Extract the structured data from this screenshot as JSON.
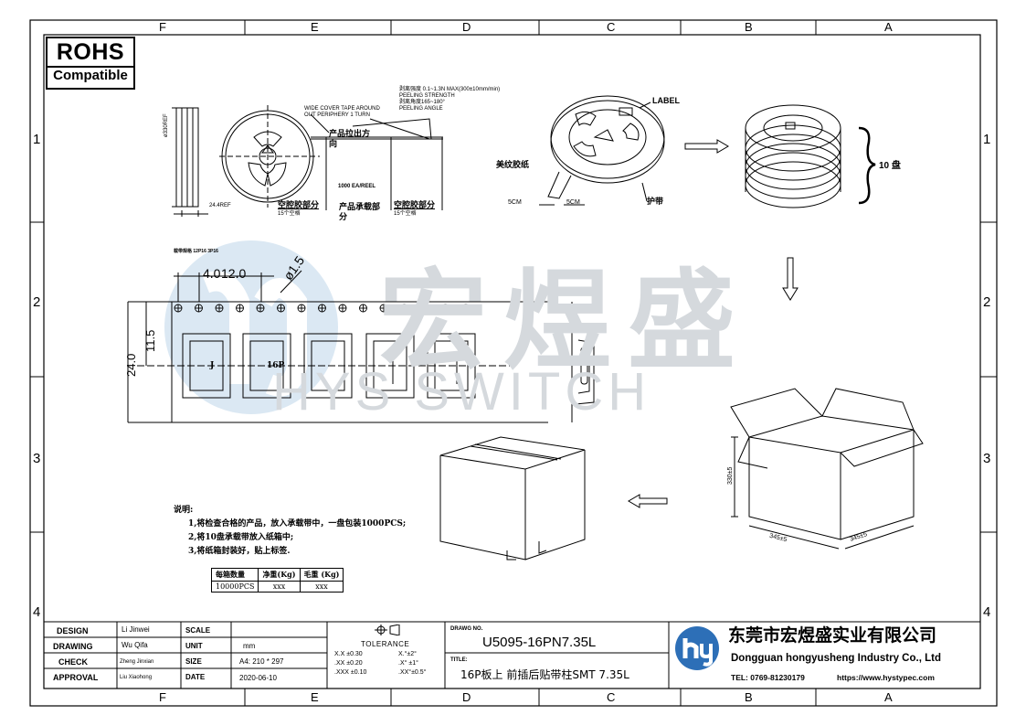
{
  "zones": {
    "columns": [
      "F",
      "E",
      "D",
      "C",
      "B",
      "A"
    ],
    "rows": [
      "1",
      "2",
      "3",
      "4"
    ]
  },
  "rohs": {
    "line1": "ROHS",
    "line2": "Compatible"
  },
  "reel": {
    "dia_label": "ø330REF",
    "width_label": "24.4REF",
    "cover_tape_note_1": "WIDE COVER TAPE AROUND",
    "cover_tape_note_2": "OUT PERIPHERY 1 TURN",
    "peel_line1": "剥离强度 0.1~1.3N MAX(300±10mm/min)",
    "peel_line2": "PEELING STRENGTH",
    "peel_line3": "剥离角度165~180°",
    "peel_line4": "PEELING ANGLE",
    "pull_dir": "产品拉出方向",
    "qty": "1000 EA/REEL",
    "empty_left": "空腔胶部分",
    "empty_left_sub": "15个空格",
    "product_part": "产品承载部分",
    "empty_right": "空腔胶部分",
    "empty_right_sub": "15个空格"
  },
  "reel3d": {
    "label": "LABEL",
    "tape": "美纹胶纸",
    "dim1": "5CM",
    "dim2": "5CM",
    "guard": "护带",
    "stack_count": "10 盘"
  },
  "tape": {
    "spec": "载带规格 12P16 3P16",
    "pitch_hole": "4.0",
    "pitch": "12.0",
    "hole_dia": "ø1.5",
    "height_half": "11.5",
    "width": "24.0",
    "mark_j": "J",
    "mark_16p": "16P"
  },
  "box": {
    "height": "330±5",
    "length": "345±5",
    "width": "345±5"
  },
  "notes": {
    "title": "说明:",
    "items": [
      "1,将检查合格的产品，放入承载带中，一盘包装1000PCS;",
      "2,将10盘承载带放入纸箱中;",
      "3,将纸箱封装好，贴上标签."
    ]
  },
  "pack_table": {
    "headers": [
      "每箱数量",
      "净重(Kg)",
      "毛重 (Kg)"
    ],
    "row": [
      "10000PCS",
      "xxx",
      "xxx"
    ]
  },
  "watermark": {
    "cn": "宏煜盛",
    "en": "HYS SWITCH"
  },
  "title_block": {
    "design_label": "DESIGN",
    "design_name": "Li Jinwei",
    "drawing_label": "DRAWING",
    "drawing_name": "Wu Qifa",
    "check_label": "CHECK",
    "check_name": "Zheng Jinxian",
    "approval_label": "APPROVAL",
    "approval_name": "Liu Xiaohong",
    "scale_label": "SCALE",
    "unit_label": "UNIT",
    "unit_value": "mm",
    "size_label": "SIZE",
    "size_value": "A4: 210 * 297",
    "date_label": "DATE",
    "date_value": "2020-06-10",
    "tolerance_label": "TOLERANCE",
    "tol": [
      [
        "X.X  ±0.30",
        "X.°±2°"
      ],
      [
        ".XX  ±0.20",
        ".X° ±1°"
      ],
      [
        ".XXX ±0.10",
        ".XX°±0.5°"
      ]
    ],
    "drawg_no_label": "DRAWG NO.",
    "drawg_no": "U5095-16PN7.35L",
    "title_label": "TITLE:",
    "title": "16P板上 前插后贴带柱SMT  7.35L",
    "company_cn": "东莞市宏煜盛实业有限公司",
    "company_en": "Dongguan hongyusheng Industry Co., Ltd",
    "tel": "TEL: 0769-81230179",
    "web": "https://www.hystypec.com"
  },
  "colors": {
    "logo_blue": "#2d6fb7",
    "watermark": "#d5d9dd"
  }
}
